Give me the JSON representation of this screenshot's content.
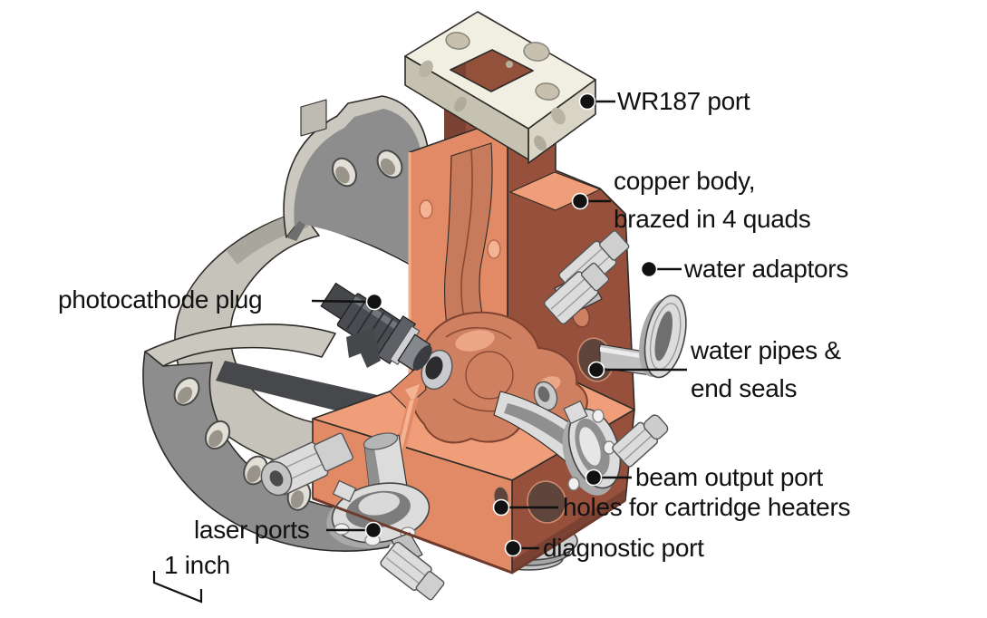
{
  "figure": {
    "kind": "cutaway-engineering-diagram"
  },
  "labels": {
    "wr187": "WR187 port",
    "copper_body_1": "copper body,",
    "copper_body_2": "brazed in 4 quads",
    "water_adaptors": "water adaptors",
    "water_pipes_1": "water pipes &",
    "water_pipes_2": "end seals",
    "photocathode": "photocathode plug",
    "beam_output": "beam output port",
    "heaters": "holes for cartridge heaters",
    "diagnostic": "diagnostic port",
    "laser_ports": "laser ports",
    "scale": "1 inch"
  },
  "colors": {
    "bg": "#ffffff",
    "label": "#111111",
    "outline": "#2e2b28",
    "copper_cut_top": "#f09e7a",
    "copper_cut_front": "#e28a66",
    "copper_side_dark": "#96503c",
    "copper_side_deep": "#7a4232",
    "copper_mid": "#cf8061",
    "copper_channel": "#c87a5c",
    "copper_highlight": "#f4b493",
    "steel_light": "#dcdcdc",
    "steel_mid": "#c0c0c0",
    "steel_dark": "#8f8f8f",
    "steel_deep": "#6f6f6f",
    "slate_dark": "#45474b",
    "plug_body": "#4a4c51",
    "cream_top": "#f1eee2",
    "cream_side": "#d9d5c6",
    "cream_front": "#c6c2b2",
    "gray_top": "#cbc8bf",
    "gray_front": "#8d8d8d",
    "bore_light": "#c6c3ba",
    "hole_dark": "#5f443c"
  }
}
